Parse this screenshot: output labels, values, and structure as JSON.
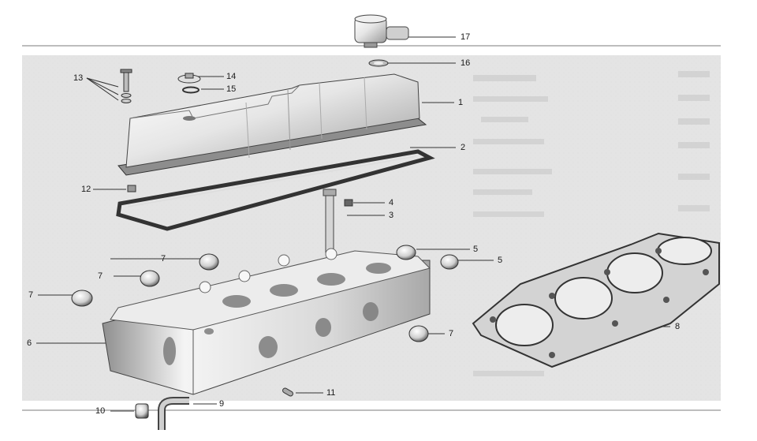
{
  "parts": [
    {
      "id": "part-1",
      "label": "1",
      "name": "valve-cover"
    },
    {
      "id": "part-2",
      "label": "2",
      "name": "valve-cover-gasket"
    },
    {
      "id": "part-3",
      "label": "3",
      "name": "cover-stud"
    },
    {
      "id": "part-4",
      "label": "4",
      "name": "stud-nut"
    },
    {
      "id": "part-5a",
      "label": "5",
      "name": "expansion-plug-large"
    },
    {
      "id": "part-5b",
      "label": "5",
      "name": "expansion-plug-large"
    },
    {
      "id": "part-6",
      "label": "6",
      "name": "cylinder-head"
    },
    {
      "id": "part-7a",
      "label": "7",
      "name": "expansion-plug"
    },
    {
      "id": "part-7b",
      "label": "7",
      "name": "expansion-plug"
    },
    {
      "id": "part-7c",
      "label": "7",
      "name": "expansion-plug"
    },
    {
      "id": "part-7d",
      "label": "7",
      "name": "expansion-plug"
    },
    {
      "id": "part-8",
      "label": "8",
      "name": "head-gasket"
    },
    {
      "id": "part-9",
      "label": "9",
      "name": "elbow-pipe"
    },
    {
      "id": "part-10",
      "label": "10",
      "name": "sleeve"
    },
    {
      "id": "part-11",
      "label": "11",
      "name": "dowel-pin"
    },
    {
      "id": "part-12",
      "label": "12",
      "name": "clip"
    },
    {
      "id": "part-13",
      "label": "13",
      "name": "bolt-and-washers"
    },
    {
      "id": "part-14",
      "label": "14",
      "name": "breather-cap"
    },
    {
      "id": "part-15",
      "label": "15",
      "name": "cap-seal"
    },
    {
      "id": "part-16",
      "label": "16",
      "name": "filler-seal"
    },
    {
      "id": "part-17",
      "label": "17",
      "name": "oil-filler-cap"
    }
  ],
  "colors": {
    "background_panel": "#e3e3e3",
    "metal_light": "#f2f2f2",
    "metal_mid": "#c9c9c9",
    "metal_dark": "#6e6e6e",
    "ink": "#1a1a1a"
  }
}
